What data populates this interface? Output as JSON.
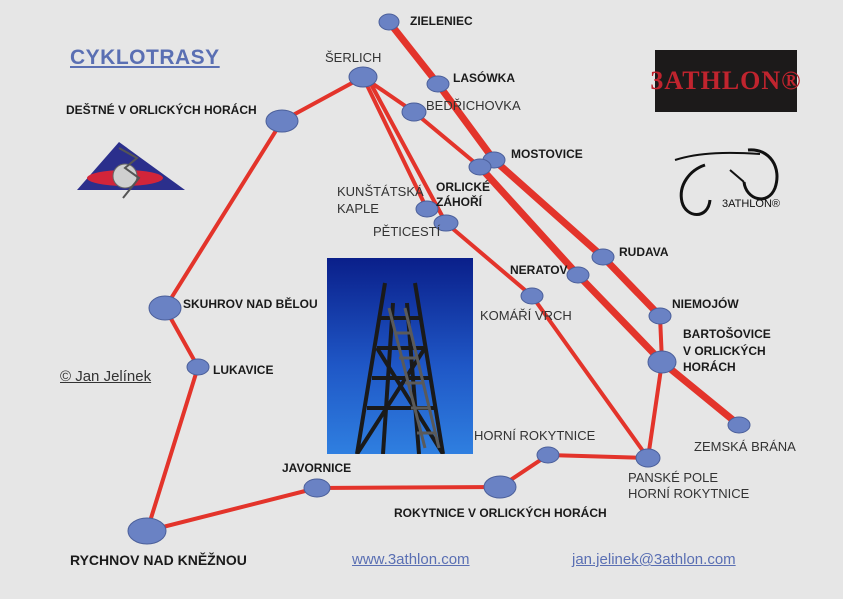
{
  "title": "CYKLOTRASY",
  "copyright": "© Jan Jelínek",
  "website": "www.3athlon.com",
  "email": "jan.jelinek@3athlon.com",
  "logo_text": "3ATHLON®",
  "bike_logo_text": "3ATHLON®",
  "places": {
    "zieleniec": "ZIELENIEC",
    "lasowka": "LASÓWKA",
    "serlich": "ŠERLICH",
    "bedrichovka": "BEDŘICHOVKA",
    "destne": "DEŠTNÉ  V ORLICKÝCH HORÁCH",
    "mostovice": "MOSTOVICE",
    "kunstatska_1": "KUNŠTÁTSKÁ",
    "kunstatska_2": "KAPLE",
    "orlicke_1": "ORLICKÉ",
    "orlicke_2": "ZÁHOŘÍ",
    "peticesti": "PĚTICESTÍ",
    "rudava": "RUDAVA",
    "neratov": "NERATOV",
    "skuhrov": "SKUHROV NAD BĚLOU",
    "komari": "KOMÁŘÍ  VRCH",
    "niemojow": "NIEMOJÓW",
    "bartosovice_1": "BARTOŠOVICE",
    "bartosovice_2": "V ORLICKÝCH",
    "bartosovice_3": "HORÁCH",
    "lukavice": "LUKAVICE",
    "zemska": "ZEMSKÁ BRÁNA",
    "horni_rokytnice": "HORNÍ ROKYTNICE",
    "panske_1": "PANSKÉ POLE",
    "panske_2": "HORNÍ ROKYTNICE",
    "javornice": "JAVORNICE",
    "rokytnice": "ROKYTNICE V ORLICKÝCH HORÁCH",
    "rychnov": "RYCHNOV NAD KNĚŽNOU"
  },
  "colors": {
    "route": "#e3342b",
    "node": "#6a82c4",
    "link": "#5a6fb3",
    "background": "#e6e6e6"
  }
}
